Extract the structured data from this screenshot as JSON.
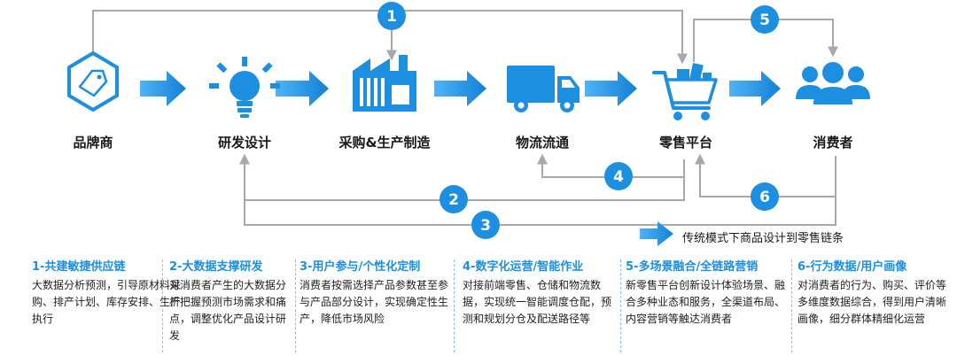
{
  "nodes": [
    {
      "label": "品牌商",
      "icon": "tag-icon"
    },
    {
      "label": "研发设计",
      "icon": "lightbulb-icon"
    },
    {
      "label": "采购&生产制造",
      "icon": "factory-icon"
    },
    {
      "label": "物流流通",
      "icon": "truck-icon"
    },
    {
      "label": "零售平台",
      "icon": "shopping-cart-icon"
    },
    {
      "label": "消费者",
      "icon": "users-icon"
    }
  ],
  "badges": [
    "1",
    "2",
    "3",
    "4",
    "5",
    "6"
  ],
  "legend": {
    "text": "传统模式下商品设计到零售链条"
  },
  "columns": [
    {
      "title": "1-共建敏捷供应链",
      "desc": "大数据分析预测，引导原材料采购、排产计划、库存安排、生产执行"
    },
    {
      "title": "2-大数据支撑研发",
      "desc": "对消费者产生的大数据分析把握预测市场需求和痛点，调整优化产品设计研发"
    },
    {
      "title": "3-用户参与/个性化定制",
      "desc": "消费者按需选择产品参数甚至参与产品部分设计，实现确定性生产，降低市场风险"
    },
    {
      "title": "4-数字化运营/智能作业",
      "desc": "对接前端零售、仓储和物流数据，实现统一智能调度仓配，预测和规划分仓及配送路径等"
    },
    {
      "title": "5-多场景融合/全链路营销",
      "desc": "新零售平台创新设计体验场景、融合多种业态和服务，全渠道布局、内容营销等触达消费者"
    },
    {
      "title": "6-行为数据/用户画像",
      "desc": "对消费者的行为、购买、评价等多维度数据综合，得到用户清晰画像，细分群体精细化运营"
    }
  ],
  "colors": {
    "primary": "#1c8fe0",
    "gray_line": "#a8a8a8",
    "text": "#1a1a1a"
  }
}
